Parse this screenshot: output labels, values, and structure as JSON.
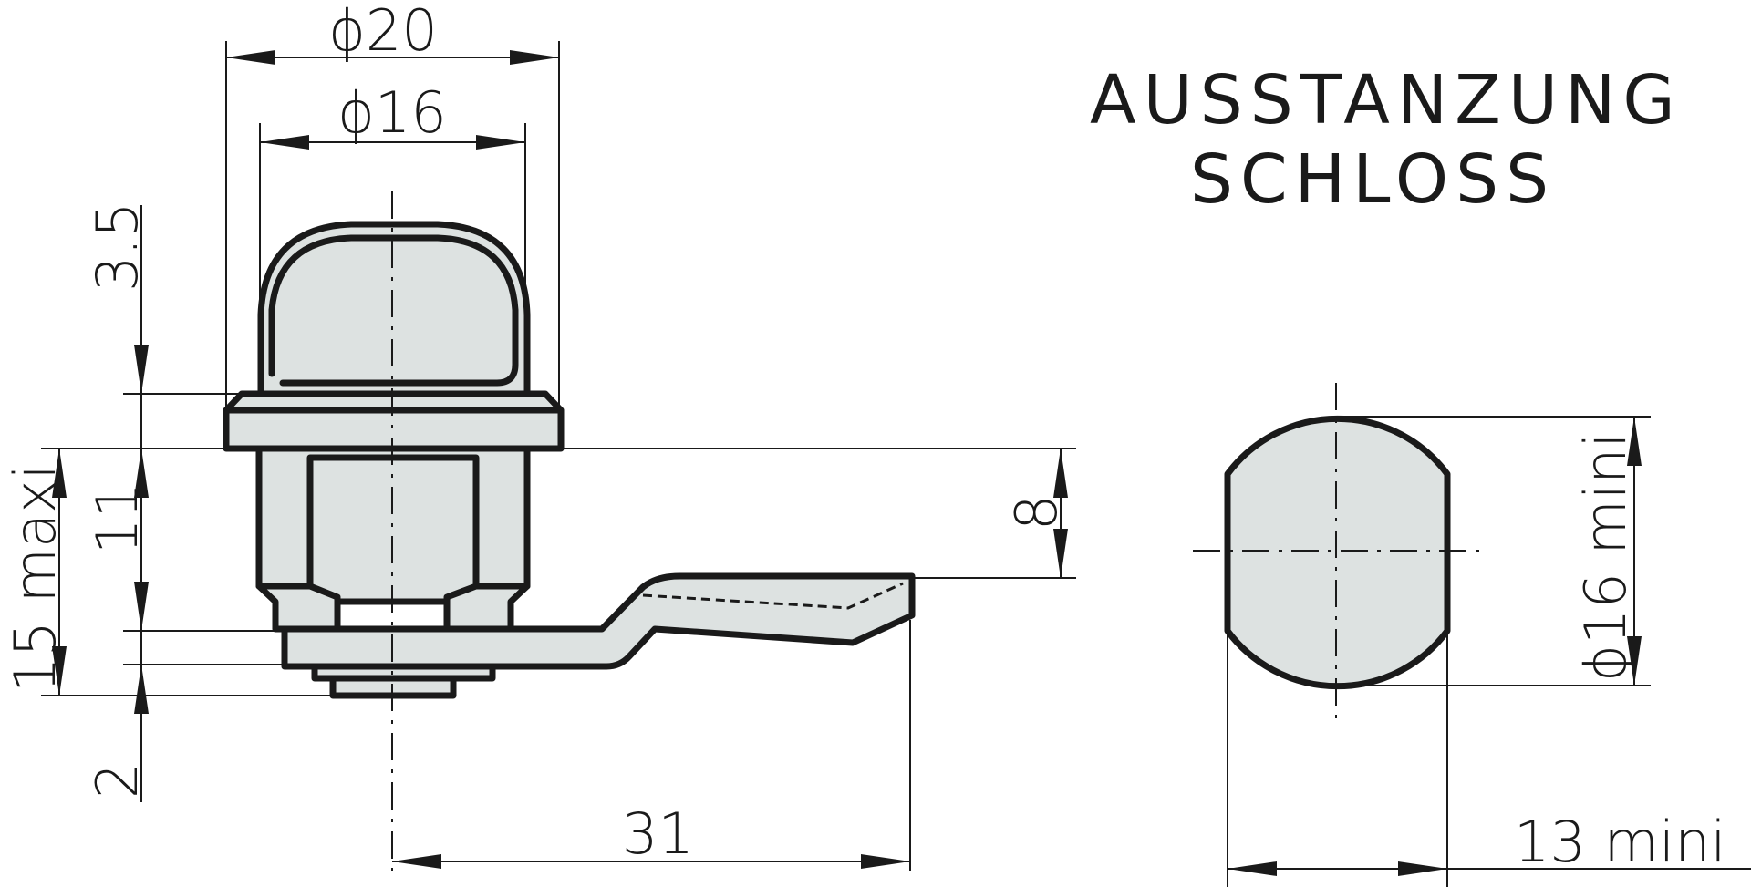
{
  "title": {
    "line1": "AUSSTANZUNG",
    "line2": "SCHLOSS"
  },
  "dimensions": {
    "outer_diameter": "ϕ20",
    "inner_diameter": "ϕ16",
    "top_height": "3.5",
    "body_height": "11",
    "max_length": "15 maxi",
    "bottom_height": "2",
    "lever_thickness": "8",
    "lever_length": "31",
    "cutout_diameter": "ϕ16 mini",
    "cutout_width": "13 mini"
  },
  "colors": {
    "part_fill": "#dde2e1",
    "line": "#1a1a1a"
  }
}
